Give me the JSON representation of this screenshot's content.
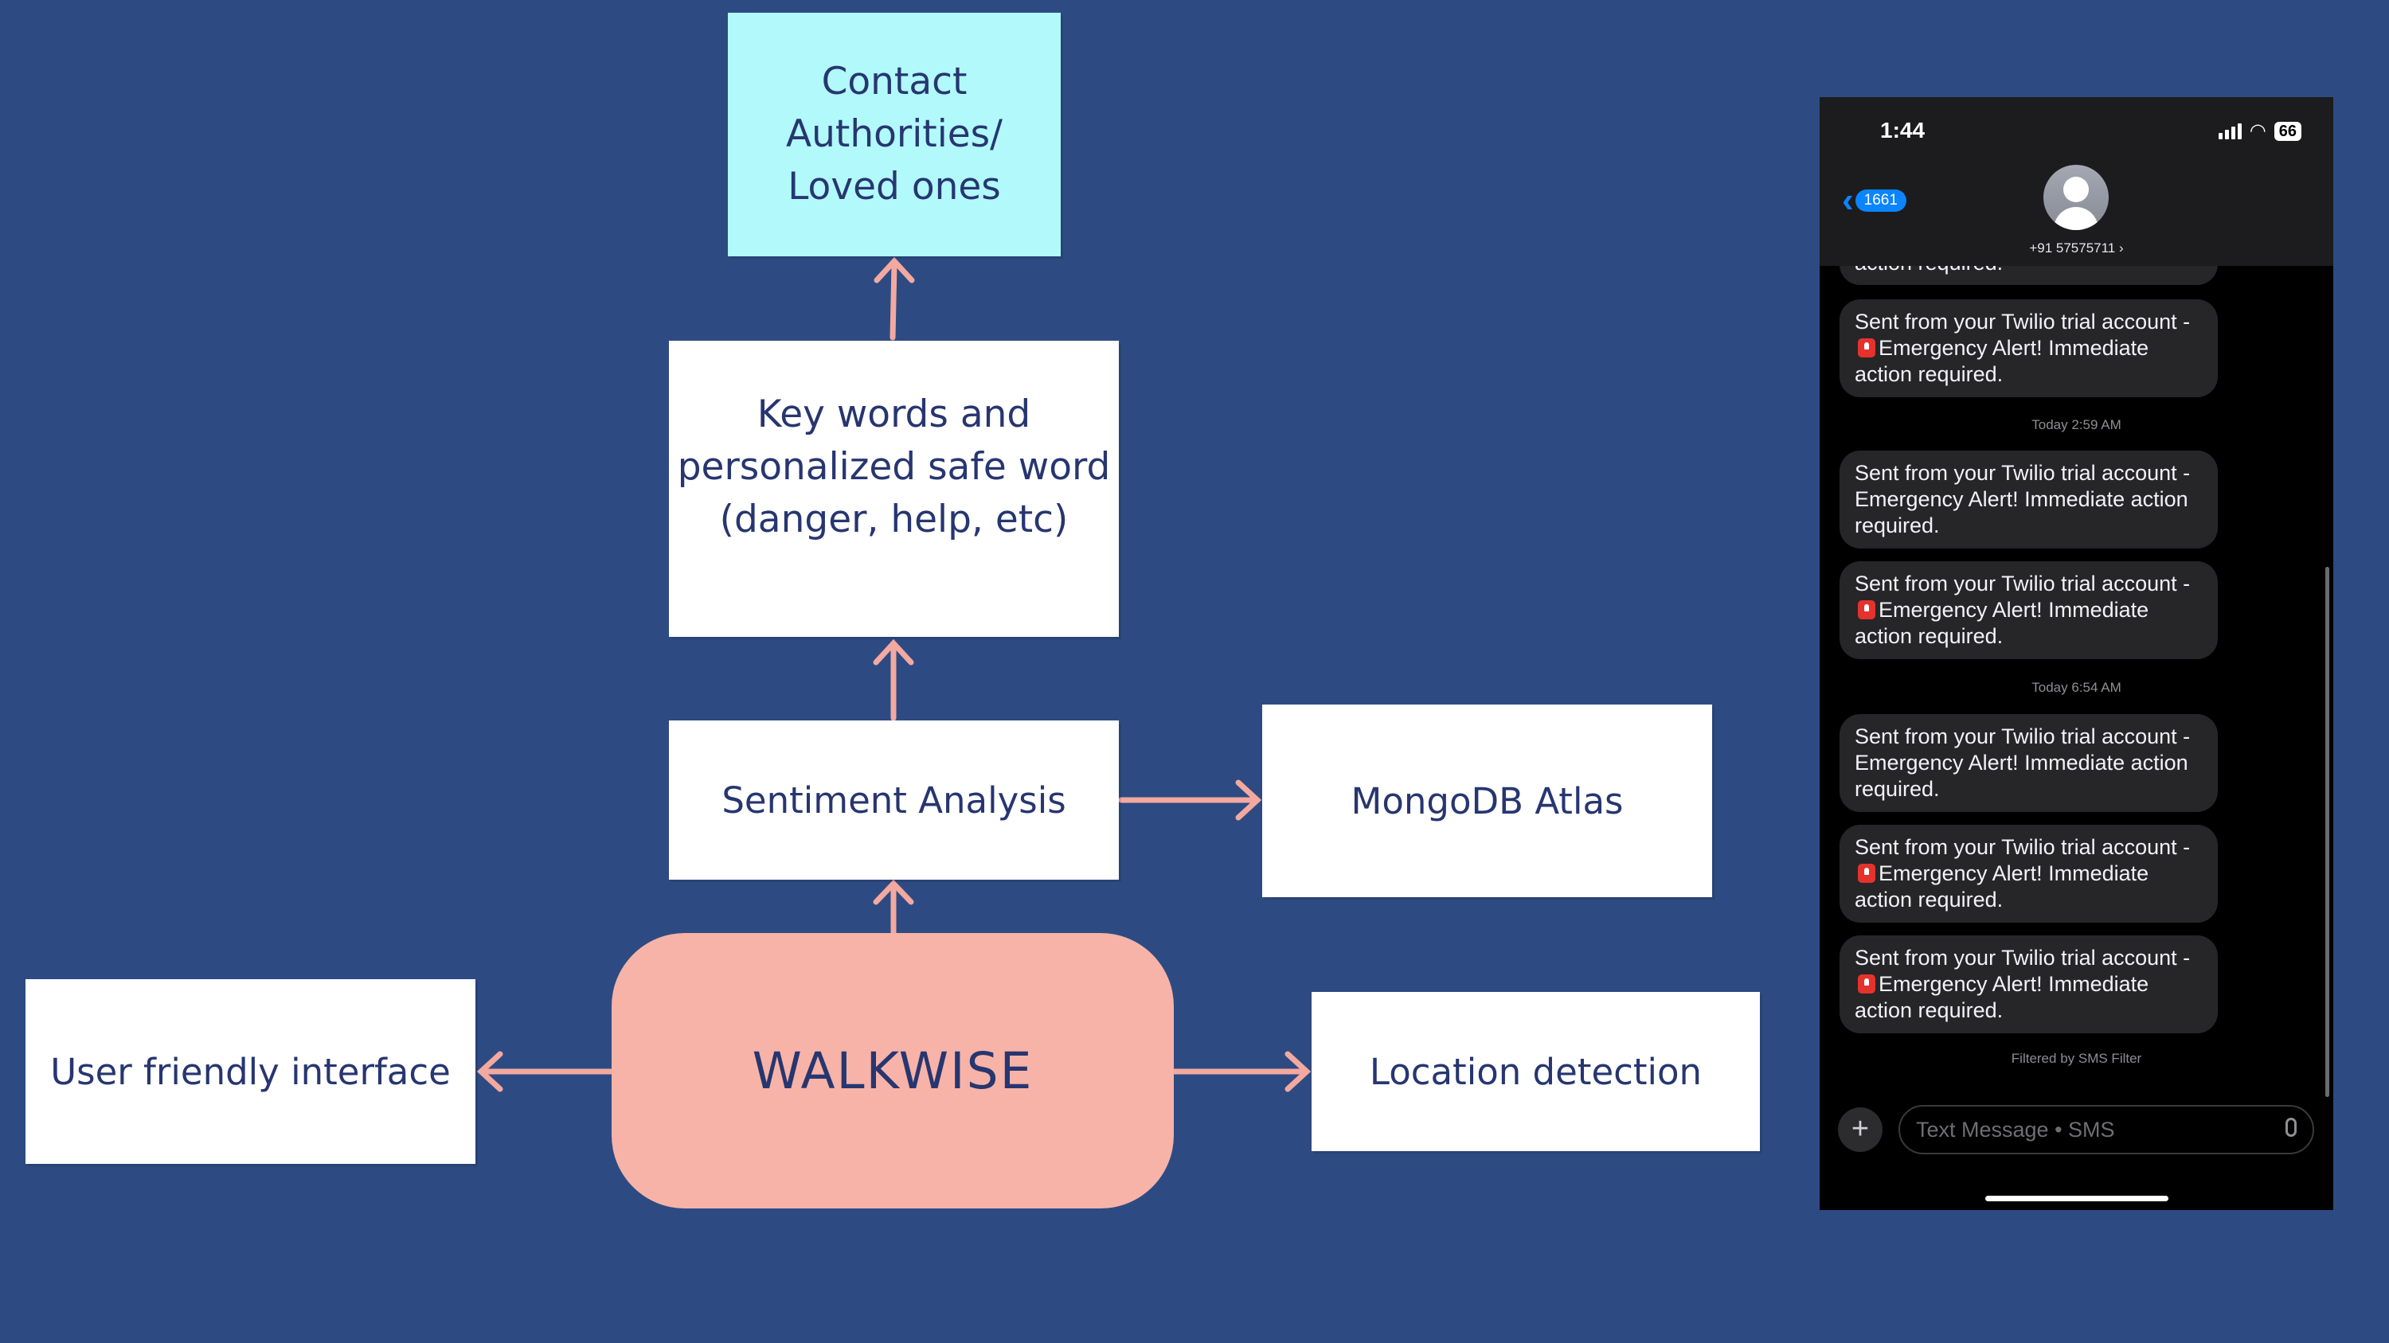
{
  "diagram": {
    "contact": [
      "Contact",
      "Authorities/",
      "Loved ones"
    ],
    "keywords": [
      "Key words and",
      "personalized safe word",
      "(danger, help, etc)"
    ],
    "sentiment": "Sentiment Analysis",
    "mongodb": "MongoDB Atlas",
    "walkwise": "WALKWISE",
    "user_interface": "User friendly interface",
    "location": "Location detection"
  },
  "colors": {
    "background": "#2D4B82",
    "box": "#FFFFFF",
    "contact_box": "#B1F9FB",
    "walkwise_box": "#F7B3A8",
    "arrow": "#F3A9A0",
    "text": "#273670"
  },
  "phone": {
    "time": "1:44",
    "battery": "66",
    "back_badge": "1661",
    "contact_number": "+91 57575711 ›",
    "partial_message": "action required.",
    "messages": [
      {
        "before": "Sent from your Twilio trial account -",
        "alert_icon": true,
        "after": "Emergency Alert! Immediate action required."
      },
      {
        "before": "Sent from your Twilio trial account - Emergency Alert! Immediate action required.",
        "alert_icon": false,
        "after": ""
      },
      {
        "before": "Sent from your Twilio trial account -",
        "alert_icon": true,
        "after": "Emergency Alert! Immediate action required."
      },
      {
        "before": "Sent from your Twilio trial account - Emergency Alert! Immediate action required.",
        "alert_icon": false,
        "after": ""
      },
      {
        "before": "Sent from your Twilio trial account -",
        "alert_icon": true,
        "after": "Emergency Alert! Immediate action required."
      },
      {
        "before": "Sent from your Twilio trial account -",
        "alert_icon": true,
        "after": "Emergency Alert! Immediate action required."
      }
    ],
    "timestamps": [
      "Today 2:59 AM",
      "Today 6:54 AM"
    ],
    "filter_note": "Filtered by SMS Filter",
    "input_placeholder": "Text Message • SMS",
    "icons": {
      "back": "chevron-left-icon",
      "avatar": "contact-avatar-icon",
      "add": "plus-icon",
      "mic": "microphone-icon",
      "alert": "rotating-light-icon"
    }
  }
}
